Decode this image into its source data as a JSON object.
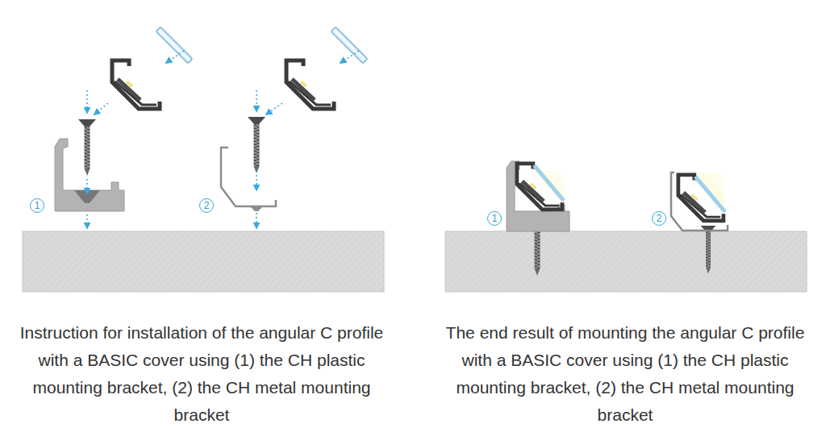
{
  "diagram": {
    "nodes": [
      {
        "text": [
          "1"
        ]
      },
      {
        "text": [
          "2"
        ]
      },
      {
        "text": [
          "1"
        ]
      },
      {
        "text": [
          "2"
        ]
      }
    ],
    "labels": [
      "Instruction for installation of the angular C profile with a BASIC cover using (1) the CH plastic mounting bracket, (2) the CH metal mounting bracket",
      "The end result of mounting the angular C profile with a BASIC cover using (1) the CH plastic mounting bracket, (2) the CH metal mounting bracket"
    ]
  }
}
